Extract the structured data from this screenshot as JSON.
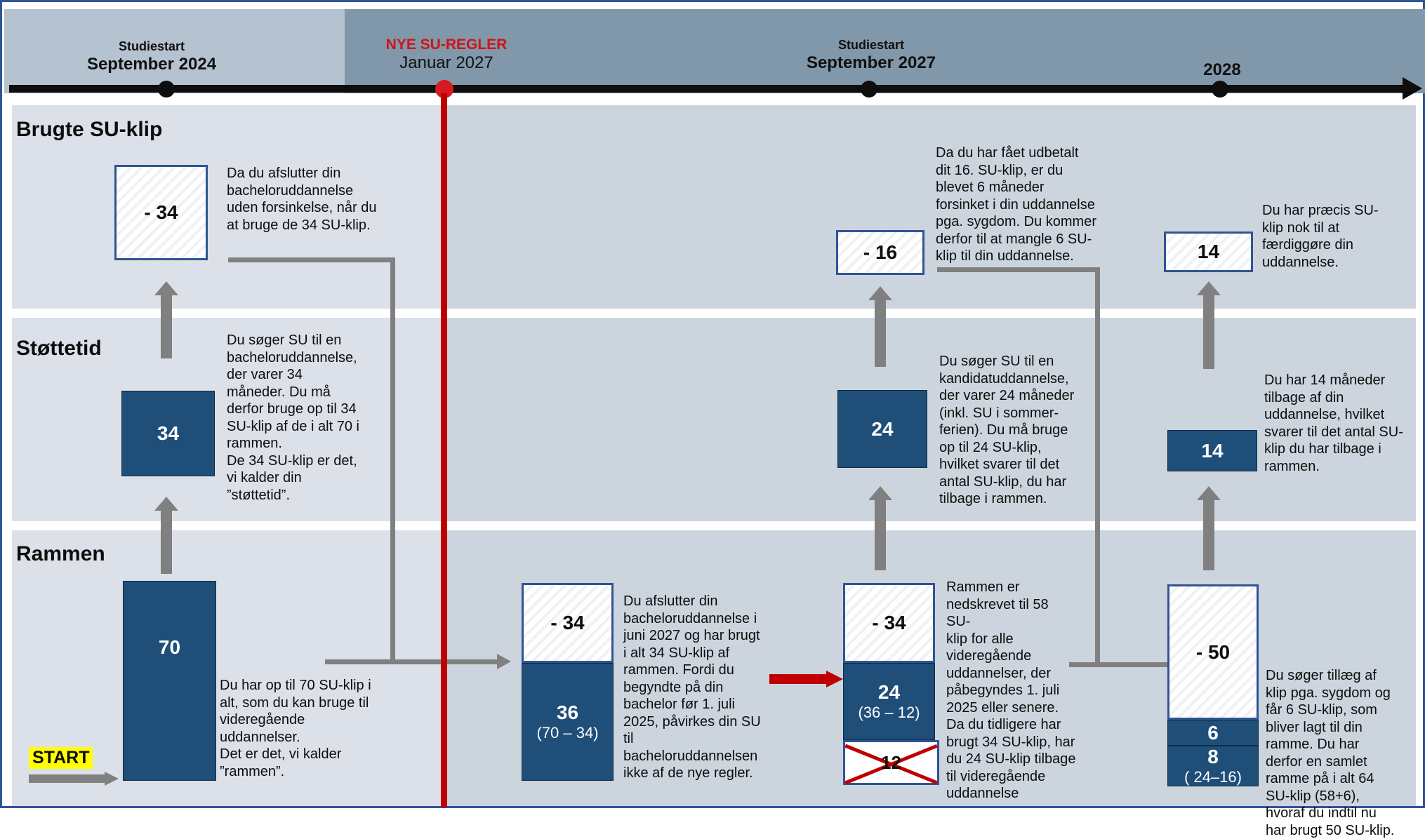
{
  "timeline": {
    "milestones": [
      {
        "sub": "Studiestart",
        "main": "September 2024",
        "dot": "black"
      },
      {
        "sub": "NYE SU-REGLER",
        "main": "Januar 2027",
        "dot": "red"
      },
      {
        "sub": "Studiestart",
        "main": "September 2027",
        "dot": "black"
      },
      {
        "sub": "",
        "main": "2028",
        "dot": "black"
      }
    ],
    "accent_red": "#d01317",
    "axis_color": "#0d0d0d"
  },
  "rows": [
    {
      "title": "Brugte SU-klip"
    },
    {
      "title": "Støttetid"
    },
    {
      "title": "Rammen"
    }
  ],
  "brugte": {
    "box1": {
      "value": "- 34"
    },
    "note1": "Da du afslutter din\nbacheloruddannelse\nuden forsinkelse, når du\nat bruge de 34 SU-klip.",
    "box2": {
      "value": "- 16"
    },
    "note2": "Da du har fået udbetalt\ndit 16. SU-klip, er du\nblevet 6 måneder\nforsinket i din uddannelse\npga. sygdom. Du kommer\nderfor til at mangle 6 SU-\nklip til din uddannelse.",
    "box3": {
      "value": "14"
    },
    "note3": "Du har præcis SU-\nklip nok til at\nfærdiggøre din\nuddannelse."
  },
  "stottetid": {
    "box1": {
      "value": "34"
    },
    "note1": "Du søger SU til en\nbacheloruddannelse,\nder varer 34\nmåneder. Du må\nderfor bruge op til 34\nSU-klip af de i alt 70 i\nrammen.\nDe 34 SU-klip er det,\nvi kalder din\n”støttetid”.",
    "box2": {
      "value": "24"
    },
    "note2": "Du søger SU til en\nkandidatuddannelse,\nder varer 24 måneder\n(inkl. SU i sommer-\nferien). Du må bruge\nop til 24 SU-klip,\nhvilket svarer til det\nantal SU-klip, du har\ntilbage i rammen.",
    "box3": {
      "value": "14"
    },
    "note3": "Du har 14 måneder\ntilbage af din\nuddannelse, hvilket\nsvarer til det antal SU-\nklip du har tilbage i\nrammen."
  },
  "rammen": {
    "start_label": "START",
    "bar1": {
      "value": "70"
    },
    "note1": "Du har op til 70 SU-klip i\nalt, som du kan bruge til\nvideregående\nuddannelser.\nDet er det, vi kalder\n”rammen”.",
    "bar2": {
      "top": "- 34",
      "value": "36",
      "sub": "(70 – 34)"
    },
    "note2": "Du afslutter din\nbacheloruddannelse i\njuni 2027 og har brugt\ni alt 34 SU-klip af\nrammen. Fordi du\nbegyndte på din\nbachelor før 1. juli\n2025, påvirkes din SU\ntil\nbacheloruddannelsen\nikke af de nye regler.",
    "bar3": {
      "top": "- 34",
      "value": "24",
      "sub": "(36 – 12)",
      "crossed": "12"
    },
    "note3": "Rammen er\nnedskrevet til 58 SU-\nklip for alle\nvideregående\nuddannelser, der\npåbegyndes 1. juli\n2025 eller senere.\nDa du tidligere har\nbrugt 34 SU-klip, har\ndu 24 SU-klip tilbage\ntil videregående\nuddannelse",
    "bar4": {
      "top": "- 50",
      "mid": "6",
      "value": "8",
      "sub": "( 24–16)"
    },
    "note4": "Du søger tillæg af\nklip pga. sygdom og\nfår 6 SU-klip, som\nbliver lagt til din\nramme. Du har\nderfor en samlet\nramme på i alt 64\nSU-klip (58+6),\nhvoraf du indtil nu\nhar brugt 50 SU-klip."
  },
  "colors": {
    "bar_fill": "#1f4e79",
    "box_border": "#2f5496",
    "band_light": "#dce0e8",
    "band_dark": "#ccd5dd",
    "header_light": "#b4c3cf",
    "header_dark": "#8197aa",
    "arrow_grey": "#808080",
    "red_rule": "#c00000",
    "start_highlight": "#ffff00"
  }
}
